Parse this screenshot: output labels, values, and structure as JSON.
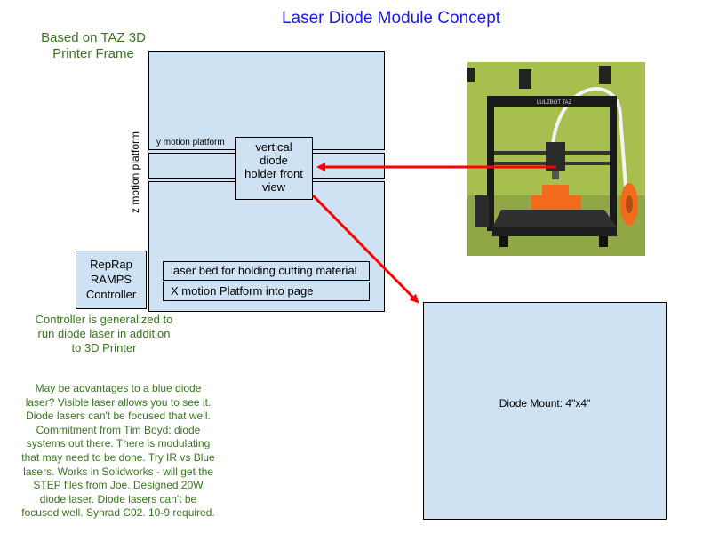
{
  "title": "Laser Diode Module Concept",
  "frame_label": {
    "line1": "Based on TAZ 3D",
    "line2": "Printer  Frame"
  },
  "y_platform_label": "y motion platform",
  "z_platform_label": "z  motion platform",
  "diode_holder": {
    "line1": "vertical",
    "line2": "diode",
    "line3": "holder front",
    "line4": "view"
  },
  "laser_bed_label": "laser bed for holding cutting material",
  "x_platform_label": "X motion Platform into page",
  "controller": {
    "line1": "RepRap",
    "line2": "RAMPS",
    "line3": "Controller"
  },
  "controller_note": {
    "line1": "Controller is generalized to",
    "line2": "run diode laser in addition",
    "line3": "to 3D Printer"
  },
  "notes": [
    "May be advantages to a blue diode",
    "laser? Visible laser allows you to see it.",
    "Diode lasers can't be focused that well.",
    "Commitment from Tim Boyd: diode",
    "systems out there. There is modulating",
    "that may need to be done. Try IR vs Blue",
    "lasers. Works in Solidworks - will get the",
    "STEP files from Joe. Designed 20W",
    "diode laser. Diode lasers can't be",
    "focused well. Synrad C02. 10-9 required."
  ],
  "photo_label": "LULZBOT TAZ",
  "diode_mount_label": "Diode Mount: 4\"x4\"",
  "colors": {
    "title": "#1a1ae6",
    "note_text": "#38761d",
    "box_fill": "#cfe2f3",
    "arrow": "#ff0000"
  }
}
